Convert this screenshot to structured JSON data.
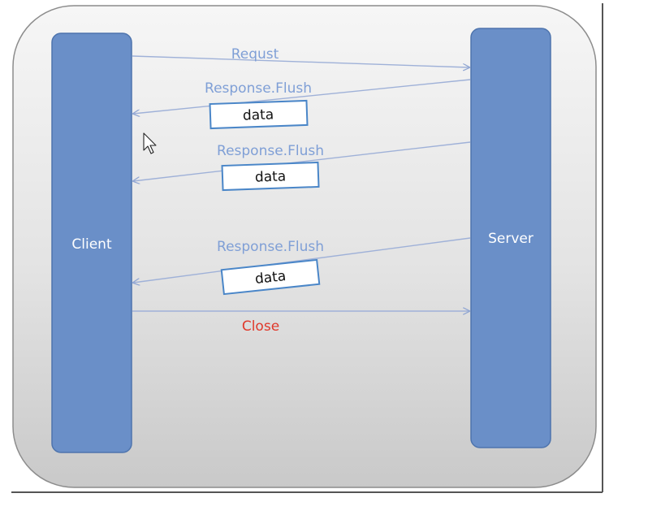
{
  "nodes": {
    "client": "Client",
    "server": "Server"
  },
  "messages": {
    "request": "Requst",
    "flush_1": "Response.Flush",
    "flush_2": "Response.Flush",
    "flush_3": "Response.Flush",
    "close": "Close"
  },
  "payloads": {
    "data_1": "data",
    "data_2": "data",
    "data_3": "data"
  },
  "colors": {
    "lifeline_fill": "#6a8fc8",
    "lifeline_stroke": "#4e74ad",
    "arrow": "#9fb1d8",
    "message_text": "#7f9fd6",
    "close_text": "#e0392b",
    "payload_border": "#4a86c8"
  },
  "icons": {
    "cursor": "pointer-arrow-icon"
  }
}
